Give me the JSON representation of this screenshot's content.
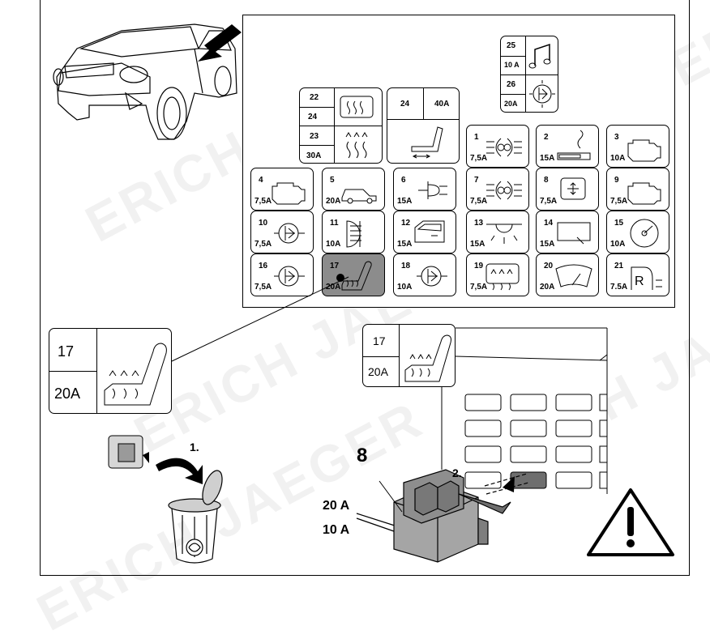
{
  "watermark": "ERICH JAEGER",
  "fuses": [
    {
      "id": "1",
      "num": "1",
      "amp": "7,5A",
      "icon": "headlamp-icon"
    },
    {
      "id": "2",
      "num": "2",
      "amp": "15A",
      "icon": "cigarette-lighter-icon"
    },
    {
      "id": "3",
      "num": "3",
      "amp": "10A",
      "icon": "engine-icon"
    },
    {
      "id": "4",
      "num": "4",
      "amp": "7,5A",
      "icon": "engine-icon"
    },
    {
      "id": "5",
      "num": "5",
      "amp": "20A",
      "icon": "car-icon"
    },
    {
      "id": "6",
      "num": "6",
      "amp": "15A",
      "icon": "plug-icon"
    },
    {
      "id": "7",
      "num": "7",
      "amp": "7,5A",
      "icon": "headlamp-icon"
    },
    {
      "id": "8",
      "num": "8",
      "amp": "7,5A",
      "icon": "mirror-adjust-icon"
    },
    {
      "id": "9",
      "num": "9",
      "amp": "7,5A",
      "icon": "engine-icon"
    },
    {
      "id": "10",
      "num": "10",
      "amp": "7,5A",
      "icon": "light-bulb-icon"
    },
    {
      "id": "11",
      "num": "11",
      "amp": "10A",
      "icon": "fog-lamp-icon"
    },
    {
      "id": "12",
      "num": "12",
      "amp": "15A",
      "icon": "door-window-icon"
    },
    {
      "id": "13",
      "num": "13",
      "amp": "15A",
      "icon": "interior-light-icon"
    },
    {
      "id": "14",
      "num": "14",
      "amp": "15A",
      "icon": "clock-icon"
    },
    {
      "id": "15",
      "num": "15",
      "amp": "10A",
      "icon": "speedometer-icon"
    },
    {
      "id": "16",
      "num": "16",
      "amp": "7,5A",
      "icon": "light-bulb-icon"
    },
    {
      "id": "17",
      "num": "17",
      "amp": "20A",
      "icon": "seat-heater-icon"
    },
    {
      "id": "18",
      "num": "18",
      "amp": "10A",
      "icon": "light-bulb-icon"
    },
    {
      "id": "19",
      "num": "19",
      "amp": "7,5A",
      "icon": "rear-defrost-icon"
    },
    {
      "id": "20",
      "num": "20",
      "amp": "20A",
      "icon": "wiper-icon"
    },
    {
      "id": "21",
      "num": "21",
      "amp": "7.5A",
      "icon": "reverse-icon"
    }
  ],
  "top_fuses": [
    {
      "num": "22",
      "amp": "24"
    },
    {
      "num": "23",
      "amp": "30A"
    },
    {
      "num": "24",
      "amp": "40A"
    },
    {
      "num": "25",
      "amp": "10 A"
    },
    {
      "num": "26",
      "amp": "20A"
    }
  ],
  "callout_left": {
    "num": "17",
    "amp": "20A"
  },
  "callout_right": {
    "num": "17",
    "amp": "20A"
  },
  "steps": {
    "step1": "1.",
    "step2": "2."
  },
  "relay": {
    "num": "8",
    "a": "20 A",
    "b": "10 A"
  },
  "colors": {
    "highlight": "#8c8c8c",
    "line": "#000000"
  }
}
